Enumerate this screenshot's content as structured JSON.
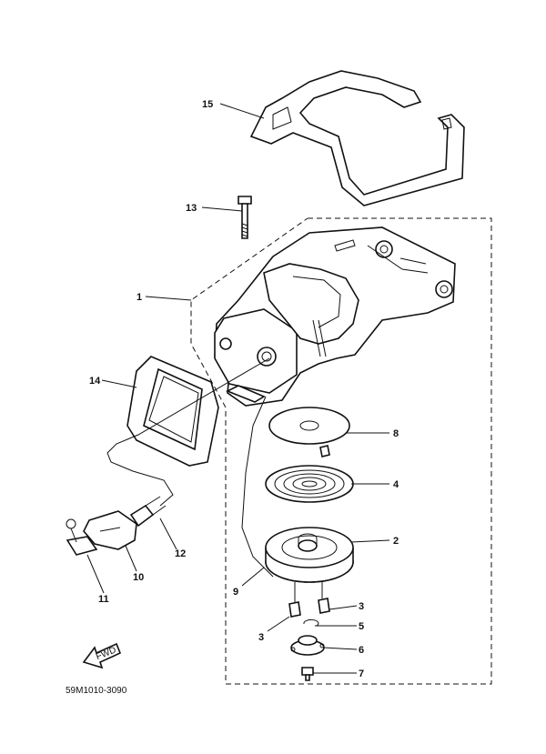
{
  "diagram": {
    "drawing_code": "59M1010-3090",
    "fwd_label": "FWD",
    "callouts": [
      {
        "id": "c15",
        "text": "15"
      },
      {
        "id": "c13",
        "text": "13"
      },
      {
        "id": "c1",
        "text": "1"
      },
      {
        "id": "c14",
        "text": "14"
      },
      {
        "id": "c8",
        "text": "8"
      },
      {
        "id": "c4",
        "text": "4"
      },
      {
        "id": "c2",
        "text": "2"
      },
      {
        "id": "c12",
        "text": "12"
      },
      {
        "id": "c10",
        "text": "10"
      },
      {
        "id": "c11",
        "text": "11"
      },
      {
        "id": "c9",
        "text": "9"
      },
      {
        "id": "c3a",
        "text": "3"
      },
      {
        "id": "c3b",
        "text": "3"
      },
      {
        "id": "c5",
        "text": "5"
      },
      {
        "id": "c6",
        "text": "6"
      },
      {
        "id": "c7",
        "text": "7"
      }
    ]
  }
}
